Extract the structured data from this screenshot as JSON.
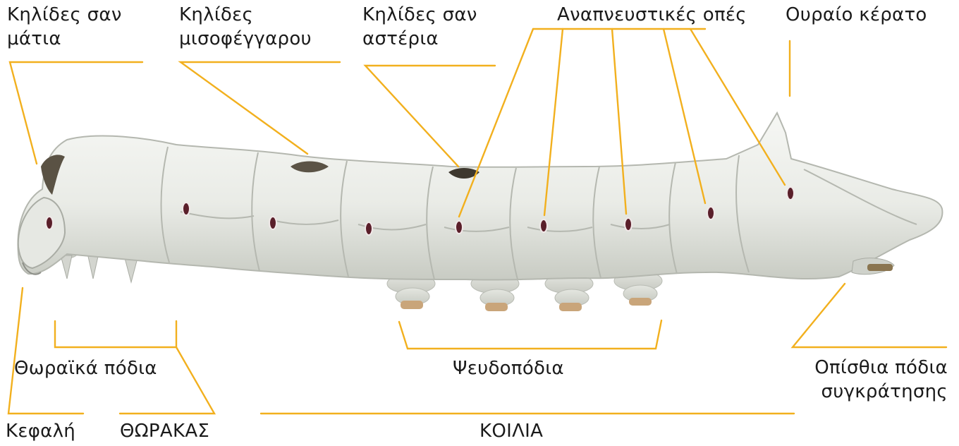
{
  "diagram": {
    "labels": {
      "eye_scales": [
        "Κηλίδες σαν",
        "μάτια"
      ],
      "crescent_scales": [
        "Κηλίδες",
        "μισοφέγγαρου"
      ],
      "star_scales": [
        "Κηλίδες σαν",
        "αστέρια"
      ],
      "spiracles": "Αναπνευστικές οπές",
      "caudal_horn": "Ουραίο κέρατο",
      "thoracic_legs": "Θωραϊκά πόδια",
      "prolegs": "Ψευδοπόδια",
      "claspers": [
        "Οπίσθια πόδια",
        "συγκράτησης"
      ],
      "head": "Κεφαλή",
      "thorax": "ΘΩΡΑΚΑΣ",
      "abdomen": "ΚΟΙΛΙΑ"
    },
    "colors": {
      "leader": "#f2b01e",
      "body": "#eceee9",
      "body_shadow": "#c9ccc4",
      "spiracle": "#5a1f2a",
      "marking": "#4a4236",
      "text": "#1a1a1a"
    }
  }
}
